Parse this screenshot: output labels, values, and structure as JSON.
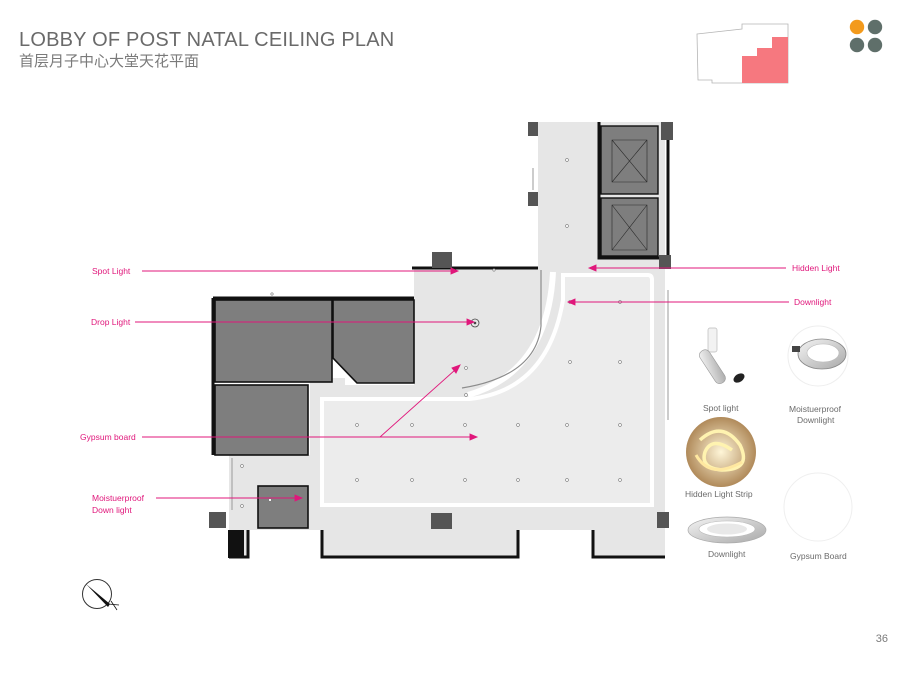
{
  "header": {
    "title": "LOBBY OF POST NATAL CEILING PLAN",
    "subtitle": "首层月子中心大堂天花平面"
  },
  "annotations": {
    "spot_light": "Spot Light",
    "drop_light": "Drop Light",
    "gypsum_board": "Gypsum board",
    "moistuerproof_line1": "Moistuerproof",
    "moistuerproof_line2": "Down light",
    "hidden_light": "Hidden Light",
    "downlight": "Downlight"
  },
  "legend": {
    "spot_light": "Spot light",
    "moistuerproof_line1": "Moistuerproof",
    "moistuerproof_line2": "Downlight",
    "hidden_light_strip": "Hidden Light Strip",
    "downlight": "Downlight",
    "gypsum_board": "Gypsum Board"
  },
  "colors": {
    "accent_pink": "#e0177b",
    "key_plan_highlight": "#f6787f",
    "dot_orange": "#f39a1c",
    "dot_gray": "#5f6f6a"
  },
  "page_number": "36"
}
